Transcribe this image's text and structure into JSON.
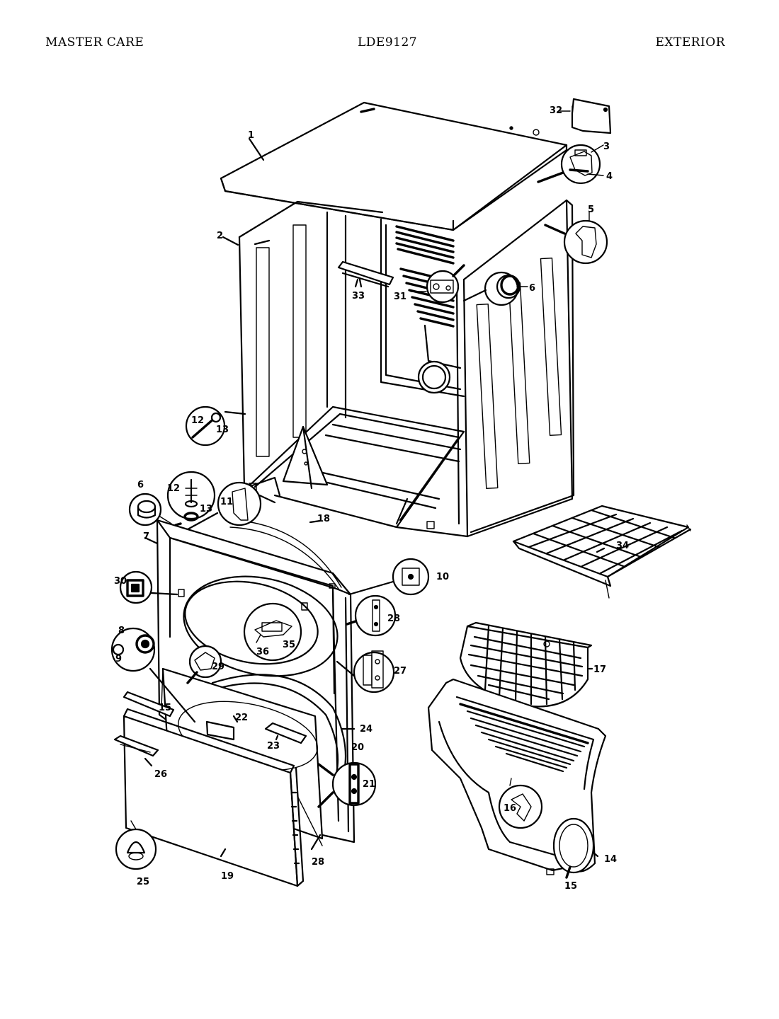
{
  "header": {
    "left": "MASTER CARE",
    "center": "LDE9127",
    "right": "EXTERIOR"
  },
  "callouts": [
    {
      "id": "1",
      "label": "1"
    },
    {
      "id": "2",
      "label": "2"
    },
    {
      "id": "3",
      "label": "3"
    },
    {
      "id": "4",
      "label": "4"
    },
    {
      "id": "5",
      "label": "5"
    },
    {
      "id": "6a",
      "label": "6"
    },
    {
      "id": "6b",
      "label": "6"
    },
    {
      "id": "7",
      "label": "7"
    },
    {
      "id": "8",
      "label": "8"
    },
    {
      "id": "9",
      "label": "9"
    },
    {
      "id": "10",
      "label": "10"
    },
    {
      "id": "11",
      "label": "11"
    },
    {
      "id": "12a",
      "label": "12"
    },
    {
      "id": "12b",
      "label": "12"
    },
    {
      "id": "13a",
      "label": "13"
    },
    {
      "id": "13b",
      "label": "13"
    },
    {
      "id": "14",
      "label": "14"
    },
    {
      "id": "15a",
      "label": "15"
    },
    {
      "id": "15b",
      "label": "15"
    },
    {
      "id": "16",
      "label": "16"
    },
    {
      "id": "17",
      "label": "17"
    },
    {
      "id": "18",
      "label": "18"
    },
    {
      "id": "19",
      "label": "19"
    },
    {
      "id": "20",
      "label": "20"
    },
    {
      "id": "21",
      "label": "21"
    },
    {
      "id": "22",
      "label": "22"
    },
    {
      "id": "23",
      "label": "23"
    },
    {
      "id": "24",
      "label": "24"
    },
    {
      "id": "25",
      "label": "25"
    },
    {
      "id": "26",
      "label": "26"
    },
    {
      "id": "27",
      "label": "27"
    },
    {
      "id": "28a",
      "label": "28"
    },
    {
      "id": "28b",
      "label": "28"
    },
    {
      "id": "29",
      "label": "29"
    },
    {
      "id": "30",
      "label": "30"
    },
    {
      "id": "31",
      "label": "31"
    },
    {
      "id": "32",
      "label": "32"
    },
    {
      "id": "33",
      "label": "33"
    },
    {
      "id": "34",
      "label": "34"
    },
    {
      "id": "35",
      "label": "35"
    },
    {
      "id": "36",
      "label": "36"
    }
  ]
}
